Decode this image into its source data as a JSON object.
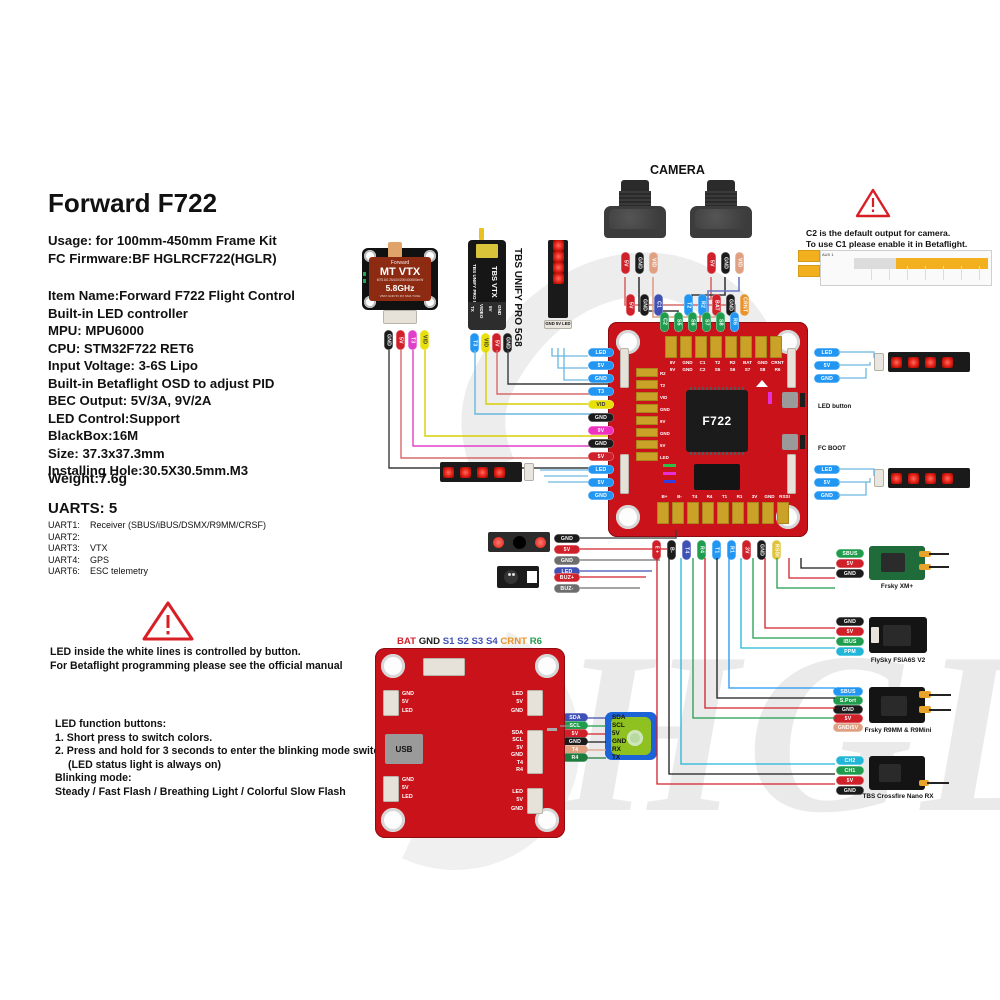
{
  "title": "Forward F722",
  "specs": {
    "usage": [
      "Usage: for 100mm-450mm Frame Kit",
      "FC Firmware:BF HGLRCF722(HGLR)"
    ],
    "details": [
      "Item Name:Forward F722 Flight Control",
      "Built-in LED controller",
      "MPU: MPU6000",
      "CPU: STM32F722 RET6",
      "Input Voltage: 3-6S Lipo",
      "Built-in Betaflight OSD to adjust PID",
      "BEC Output: 5V/3A, 9V/2A",
      "LED Control:Support",
      "BlackBox:16M",
      "Size: 37.3x37.3mm",
      "Installing Hole:30.5X30.5mm.M3"
    ],
    "weight": "Weight:7.6g"
  },
  "uarts": {
    "heading": "UARTS: 5",
    "items": [
      {
        "key": "UART1:",
        "value": "Receiver (SBUS/iBUS/DSMX/R9MM/CRSF)"
      },
      {
        "key": "UART2:",
        "value": ""
      },
      {
        "key": "UART3:",
        "value": "VTX"
      },
      {
        "key": "UART4:",
        "value": "GPS"
      },
      {
        "key": "UART6:",
        "value": "ESC telemetry"
      }
    ]
  },
  "notes": {
    "led_note": [
      "LED inside the white lines is controlled by  button.",
      "For Betaflight programming please see the official manual"
    ],
    "led_functions": [
      "LED function buttons:",
      "1. Short press to switch colors.",
      "2. Press and hold for 3 seconds to enter the blinking mode switch",
      "(LED status light is always on)",
      "Blinking mode:",
      "Steady / Fast Flash / Breathing Light / Colorful Slow Flash"
    ],
    "camera_warning": [
      "C2 is the default output for camera.",
      "To use C1 please enable it in Betaflight."
    ]
  },
  "camera": {
    "title": "CAMERA",
    "pins": [
      "5V",
      "GND",
      "VID"
    ],
    "bubbles_left": [
      {
        "label": "5V",
        "color": "#d0202a"
      },
      {
        "label": "GND",
        "color": "#1b1b1b"
      },
      {
        "label": "VID",
        "color": "#e0a183"
      }
    ],
    "bubbles_right": [
      {
        "label": "5V",
        "color": "#d0202a"
      },
      {
        "label": "GND",
        "color": "#1b1b1b"
      },
      {
        "label": "VID",
        "color": "#e0a183"
      }
    ]
  },
  "betaflight_panel": {
    "aux_label": "AUX 1",
    "rows": [
      "900",
      "2100"
    ]
  },
  "fc_board": {
    "chip_label": "F722",
    "top_pads_row1": [
      "5V",
      "GND",
      "C1",
      "T2",
      "R2",
      "BAT",
      "GND",
      "CRNT"
    ],
    "top_pads_row2": [
      "5V",
      "GND",
      "C2",
      "S5",
      "S6",
      "S7",
      "S8",
      "R6"
    ],
    "bottom_pads": [
      "B+",
      "B-",
      "T4",
      "R4",
      "T1",
      "R1",
      "3V",
      "GND",
      "RSSI"
    ],
    "inner_left_labels": [
      "R2",
      "T2",
      "VID",
      "GND",
      "9V",
      "GND",
      "5V",
      "LED"
    ],
    "left_bubbles": [
      {
        "label": "LED",
        "color": "#2196f3"
      },
      {
        "label": "5V",
        "color": "#2196f3"
      },
      {
        "label": "GND",
        "color": "#2196f3"
      },
      {
        "label": "T3",
        "color": "#2196f3"
      },
      {
        "label": "VID",
        "color": "#e8e00a",
        "text": "#333"
      },
      {
        "label": "GND",
        "color": "#1b1b1b"
      },
      {
        "label": "9V",
        "color": "#ef31c0"
      },
      {
        "label": "GND",
        "color": "#1b1b1b"
      },
      {
        "label": "5V",
        "color": "#d0202a"
      },
      {
        "label": "LED",
        "color": "#2196f3"
      },
      {
        "label": "5V",
        "color": "#2196f3"
      },
      {
        "label": "GND",
        "color": "#2196f3"
      }
    ],
    "right_bubbles_top": [
      {
        "label": "LED",
        "color": "#2196f3"
      },
      {
        "label": "5V",
        "color": "#2196f3"
      },
      {
        "label": "GND",
        "color": "#2196f3"
      }
    ],
    "right_bubbles_bottom": [
      {
        "label": "LED",
        "color": "#2196f3"
      },
      {
        "label": "5V",
        "color": "#2196f3"
      },
      {
        "label": "GND",
        "color": "#2196f3"
      }
    ],
    "buttons": [
      {
        "label": "LED button"
      },
      {
        "label": "FC BOOT"
      }
    ],
    "top_bubbles": [
      {
        "label": "LED",
        "color": "#d0202a"
      },
      {
        "label": "GND",
        "color": "#1b1b1b"
      },
      {
        "label": "VID",
        "color": "#e0a183"
      },
      {
        "label": "C2",
        "color": "#1f9d4d"
      },
      {
        "label": "S5",
        "color": "#1f9d4d"
      },
      {
        "label": "S6",
        "color": "#1f9d4d"
      },
      {
        "label": "S7",
        "color": "#1f9d4d"
      },
      {
        "label": "S8",
        "color": "#1f9d4d"
      },
      {
        "label": "R6",
        "color": "#2196f3"
      }
    ],
    "top_bubbles_upper": [
      {
        "label": "5V",
        "color": "#d0202a"
      },
      {
        "label": "GND",
        "color": "#1b1b1b"
      },
      {
        "label": "C1",
        "color": "#3f51b5"
      },
      {
        "label": "T2",
        "color": "#2196f3"
      },
      {
        "label": "R2",
        "color": "#2196f3"
      },
      {
        "label": "BAT",
        "color": "#d0202a"
      },
      {
        "label": "GND",
        "color": "#1b1b1b"
      },
      {
        "label": "CRNT",
        "color": "#e8922a"
      }
    ],
    "bottom_bubbles": [
      {
        "label": "B+",
        "color": "#d0202a"
      },
      {
        "label": "B-",
        "color": "#1b1b1b"
      },
      {
        "label": "T4",
        "color": "#3f51b5"
      },
      {
        "label": "R4",
        "color": "#1f9d4d"
      },
      {
        "label": "T1",
        "color": "#2196f3"
      },
      {
        "label": "R1",
        "color": "#2196f3"
      },
      {
        "label": "3V",
        "color": "#d0202a"
      },
      {
        "label": "GND",
        "color": "#1b1b1b"
      },
      {
        "label": "RSSI",
        "color": "#e0c33b"
      }
    ]
  },
  "vtx_mt": {
    "brand": "Forward",
    "name": "MT VTX",
    "sub": "MT5.8G 25/100/200/400/600mW",
    "freq": "5.8GHz",
    "pinline": "VBAT GND 5V RX SMA TUNE",
    "bubbles": [
      {
        "label": "GND",
        "color": "#1b1b1b"
      },
      {
        "label": "5V",
        "color": "#d0202a"
      },
      {
        "label": "T3",
        "color": "#e040c8"
      },
      {
        "label": "VID",
        "color": "#e8e00a",
        "text": "#333"
      }
    ]
  },
  "vtx_tbs": {
    "name": "TBS VTX",
    "side_label": "TBS UNIFY PRO 5G8",
    "title": "TBS UNIFY PRO 5G8",
    "pins": [
      "TX",
      "VIDEO",
      "5V",
      "GND"
    ],
    "bubbles": [
      {
        "label": "T3",
        "color": "#2196f3"
      },
      {
        "label": "VID",
        "color": "#e8e00a",
        "text": "#333"
      },
      {
        "label": "5V",
        "color": "#d0202a"
      },
      {
        "label": "GND",
        "color": "#1b1b1b"
      }
    ]
  },
  "led_strip_connector_label": "GND 5V LED",
  "led_module": {
    "bubbles": [
      {
        "label": "GND",
        "color": "#1b1b1b"
      },
      {
        "label": "5V",
        "color": "#d0202a"
      },
      {
        "label": "GND",
        "color": "#6d6d6d"
      },
      {
        "label": "LED",
        "color": "#3f51b5"
      }
    ]
  },
  "buzzer_module": {
    "bubbles": [
      {
        "label": "BUZ+",
        "color": "#d0202a"
      },
      {
        "label": "BUZ-",
        "color": "#6d6d6d"
      }
    ]
  },
  "gps": {
    "pins": [
      "SDA",
      "SCL",
      "5V",
      "GND",
      "RX",
      "TX"
    ],
    "bubbles": [
      {
        "label": "SDA",
        "color": "#3f51b5"
      },
      {
        "label": "SCL",
        "color": "#1f9d4d"
      },
      {
        "label": "5V",
        "color": "#d0202a"
      },
      {
        "label": "GND",
        "color": "#1b1b1b"
      },
      {
        "label": "T4",
        "color": "#e0a183"
      },
      {
        "label": "R4",
        "color": "#1f7a3d"
      }
    ]
  },
  "receivers": [
    {
      "name": "Frsky XM+",
      "bubbles": [
        {
          "label": "SBUS",
          "color": "#1f9d4d"
        },
        {
          "label": "5V",
          "color": "#d0202a"
        },
        {
          "label": "GND",
          "color": "#1b1b1b"
        }
      ]
    },
    {
      "name": "FlySky FSiA6S V2",
      "bubbles": [
        {
          "label": "GND",
          "color": "#1b1b1b"
        },
        {
          "label": "5V",
          "color": "#d0202a"
        },
        {
          "label": "IBUS",
          "color": "#1f9d4d"
        },
        {
          "label": "PPM",
          "color": "#21b6d8"
        }
      ]
    },
    {
      "name": "Frsky R9MM & R9Mini",
      "bubbles": [
        {
          "label": "SBUS",
          "color": "#2196f3"
        },
        {
          "label": "S.Port",
          "color": "#1f9d4d"
        },
        {
          "label": "GND",
          "color": "#1b1b1b"
        },
        {
          "label": "5V",
          "color": "#d0202a"
        },
        {
          "label": "GND/5V",
          "color": "#e0a183"
        }
      ]
    },
    {
      "name": "TBS Crossfire Nano RX",
      "bubbles": [
        {
          "label": "CH2",
          "color": "#21b6d8"
        },
        {
          "label": "CH1",
          "color": "#1f9d4d"
        },
        {
          "label": "5V",
          "color": "#d0202a"
        },
        {
          "label": "GND",
          "color": "#1b1b1b"
        }
      ]
    }
  ],
  "bottom_board": {
    "header_labels": [
      {
        "t": "BAT",
        "c": "#d0202a"
      },
      {
        "t": "GND",
        "c": "#1b1b1b"
      },
      {
        "t": "S1",
        "c": "#3f51b5"
      },
      {
        "t": "S2",
        "c": "#3f51b5"
      },
      {
        "t": "S3",
        "c": "#3f51b5"
      },
      {
        "t": "S4",
        "c": "#3f51b5"
      },
      {
        "t": "CRNT",
        "c": "#e8922a"
      },
      {
        "t": "R6",
        "c": "#1f9d4d"
      }
    ],
    "usb_label": "USB",
    "left_top_pins": [
      "GND",
      "5V",
      "LED"
    ],
    "left_bottom_pins": [
      "GND",
      "5V",
      "LED"
    ],
    "right_top_pins": [
      "LED",
      "5V",
      "GND"
    ],
    "right_mid_pins": [
      "SDA",
      "SCL",
      "5V",
      "GND",
      "T4",
      "R4"
    ],
    "right_bottom_pins": [
      "LED",
      "5V",
      "GND"
    ],
    "right_mid_bubbles": [
      {
        "label": "",
        "color": "#3f51b5"
      },
      {
        "label": "",
        "color": "#1f9d4d"
      },
      {
        "label": "",
        "color": "#d0202a"
      },
      {
        "label": "",
        "color": "#1b1b1b"
      },
      {
        "label": "",
        "color": "#e0a183"
      },
      {
        "label": "",
        "color": "#1f7a3d"
      }
    ]
  },
  "colors": {
    "pcb_red": "#c9121a",
    "pad_gold": "#c9a227",
    "accent_blue": "#2196f3",
    "warn_red": "#d81f26"
  }
}
